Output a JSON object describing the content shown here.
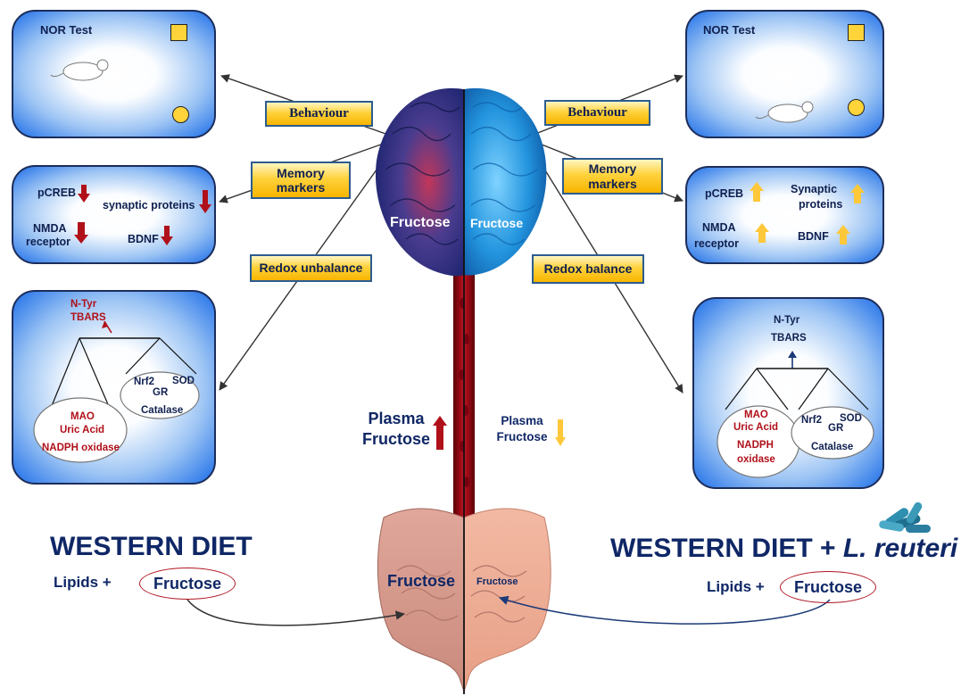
{
  "left": {
    "nor_title": "NOR Test",
    "behaviour": "Behaviour",
    "memory": "Memory markers",
    "redox": "Redox unbalance",
    "markers": {
      "pcreb": "pCREB",
      "synaptic": "synaptic proteins",
      "nmda_1": "NMDA",
      "nmda_2": "receptor",
      "bdnf": "BDNF"
    },
    "redox_panel": {
      "ntyr": "N-Tyr",
      "tbars": "TBARS",
      "mao": "MAO",
      "uric": "Uric Acid",
      "nadph": "NADPH oxidase",
      "nrf2": "Nrf2",
      "sod": "SOD",
      "gr": "GR",
      "catalase": "Catalase"
    },
    "plasma_1": "Plasma",
    "plasma_2": "Fructose",
    "diet_title": "WESTERN DIET",
    "lipids": "Lipids +",
    "fructose": "Fructose"
  },
  "right": {
    "nor_title": "NOR Test",
    "behaviour": "Behaviour",
    "memory": "Memory markers",
    "redox": "Redox balance",
    "markers": {
      "pcreb": "pCREB",
      "synaptic_1": "Synaptic",
      "synaptic_2": "proteins",
      "nmda_1": "NMDA",
      "nmda_2": "receptor",
      "bdnf": "BDNF"
    },
    "redox_panel": {
      "ntyr": "N-Tyr",
      "tbars": "TBARS",
      "mao": "MAO",
      "uric": "Uric Acid",
      "nadph_1": "NADPH",
      "nadph_2": "oxidase",
      "nrf2": "Nrf2",
      "sod": "SOD",
      "gr": "GR",
      "catalase": "Catalase"
    },
    "plasma_1": "Plasma",
    "plasma_2": "Fructose",
    "diet_title_main": "WESTERN DIET + ",
    "diet_title_species": "L. reuteri",
    "lipids": "Lipids +",
    "fructose": "Fructose"
  },
  "brain": {
    "left_label": "Fructose",
    "right_label": "Fructose"
  },
  "gut": {
    "left_label": "Fructose",
    "right_label": "Fructose"
  },
  "colors": {
    "down_arrow": "#b0101a",
    "up_arrow": "#ffc83a",
    "left_brain": "#3a4fa0",
    "right_brain": "#2a9ae0"
  }
}
